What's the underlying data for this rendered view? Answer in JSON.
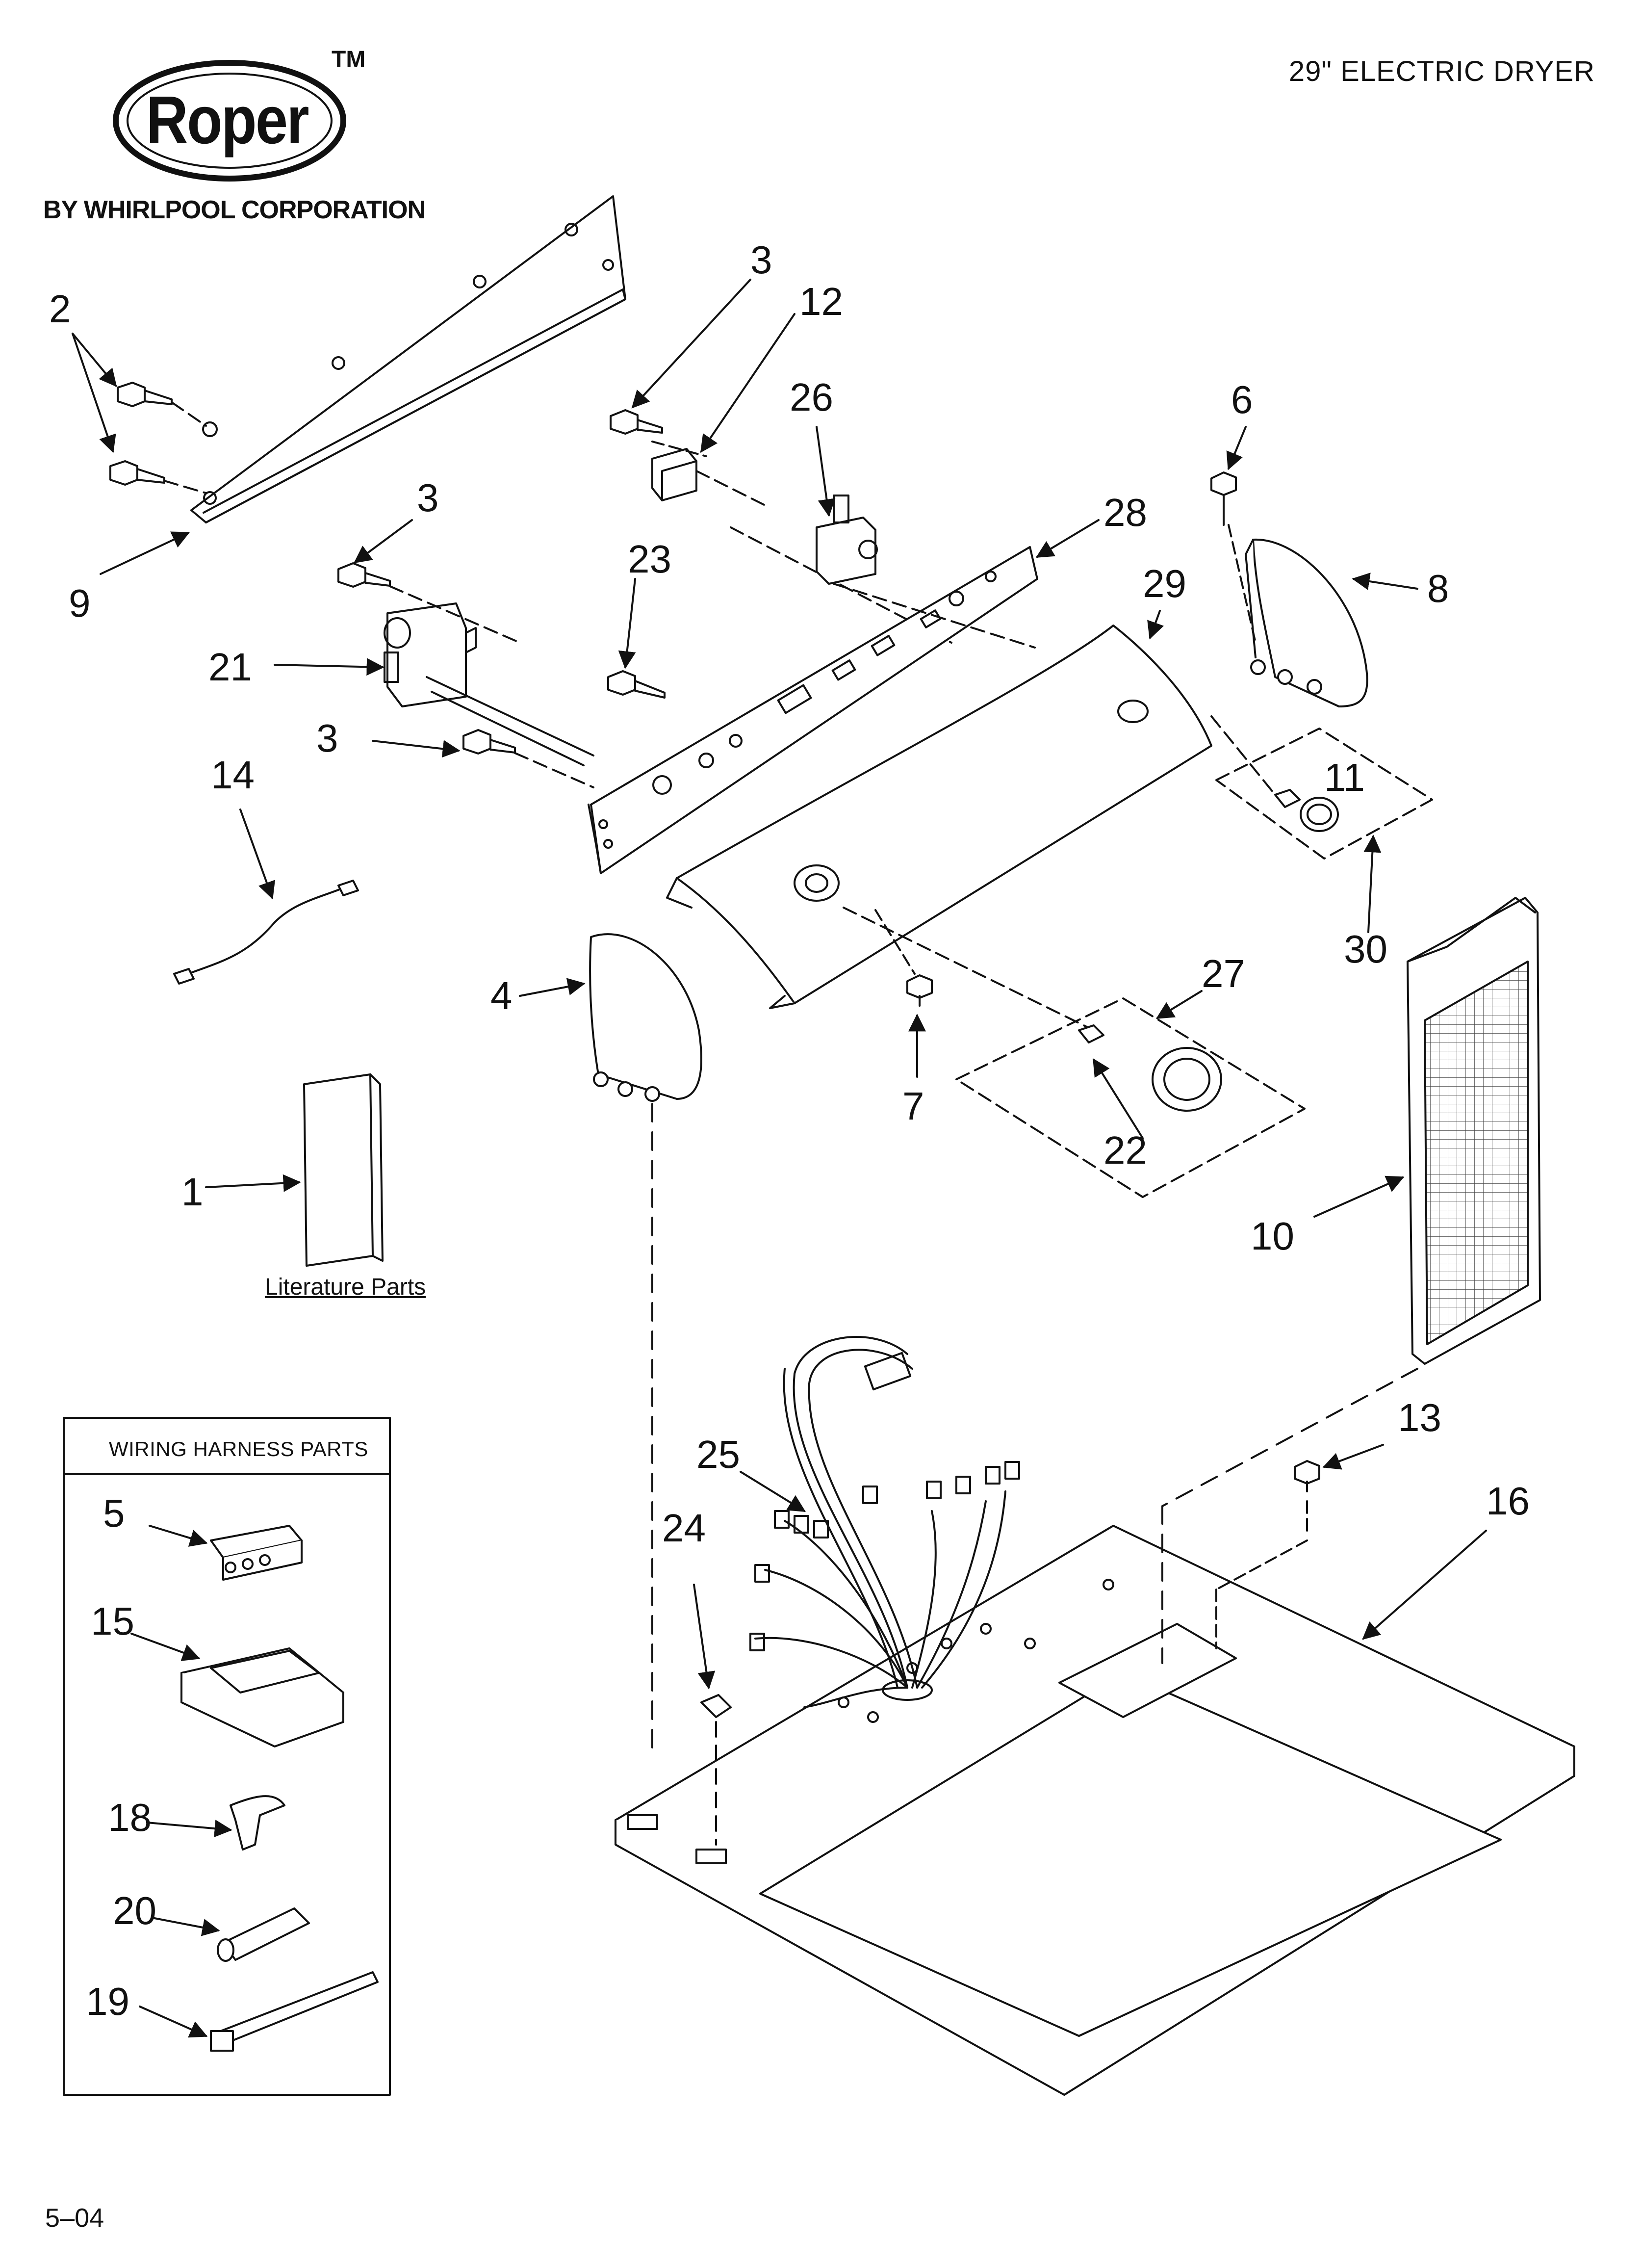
{
  "brand": {
    "logo_text": "Roper",
    "trademark": "TM",
    "byline": "BY WHIRLPOOL CORPORATION"
  },
  "header": {
    "title": "29\" ELECTRIC DRYER"
  },
  "sections": {
    "literature_caption": "Literature Parts",
    "wiring_harness_title": "WIRING HARNESS PARTS"
  },
  "callouts": {
    "c1": "1",
    "c2": "2",
    "c3a": "3",
    "c3b": "3",
    "c3c": "3",
    "c4": "4",
    "c5": "5",
    "c6": "6",
    "c7": "7",
    "c8": "8",
    "c9": "9",
    "c10": "10",
    "c11": "11",
    "c12": "12",
    "c13": "13",
    "c14": "14",
    "c15": "15",
    "c16": "16",
    "c18": "18",
    "c19": "19",
    "c20": "20",
    "c21": "21",
    "c22": "22",
    "c23": "23",
    "c24": "24",
    "c25": "25",
    "c26": "26",
    "c27": "27",
    "c28": "28",
    "c29": "29",
    "c30": "30"
  },
  "footer": {
    "code": "5–04"
  },
  "colors": {
    "ink": "#111111",
    "paper": "#ffffff"
  }
}
